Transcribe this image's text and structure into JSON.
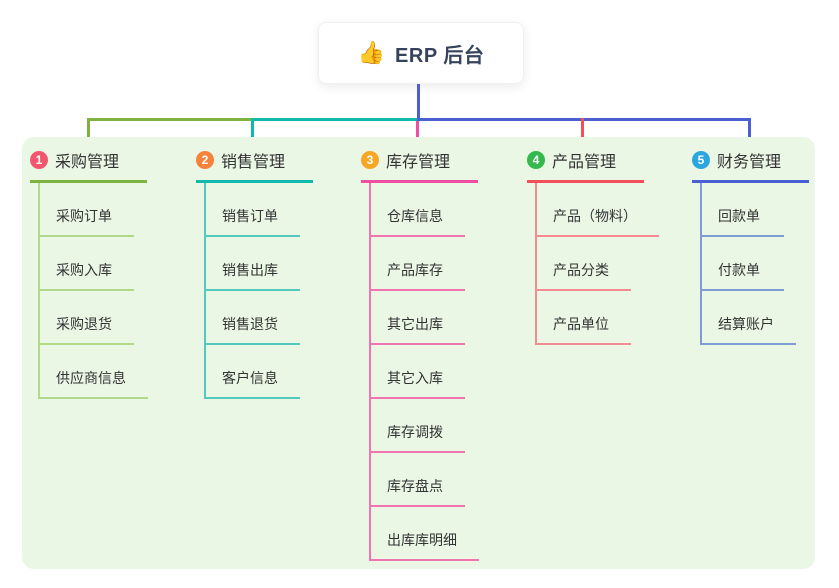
{
  "colors": {
    "panel_bg": "#eaf7e5",
    "root_text": "#36435c",
    "item_text": "#333333"
  },
  "root": {
    "emoji": "👍",
    "title": "ERP 后台"
  },
  "branches": [
    {
      "badge": "1",
      "label": "采购管理",
      "badge_color": "#f0566e",
      "color": "#7db33e",
      "light_color": "#b2d98a",
      "items": [
        "采购订单",
        "采购入库",
        "采购退货",
        "供应商信息"
      ]
    },
    {
      "badge": "2",
      "label": "销售管理",
      "badge_color": "#f6823b",
      "color": "#10b9a9",
      "light_color": "#54cabf",
      "items": [
        "销售订单",
        "销售出库",
        "销售退货",
        "客户信息"
      ]
    },
    {
      "badge": "3",
      "label": "库存管理",
      "badge_color": "#f7a725",
      "color": "#ee4fa0",
      "light_color": "#f173b1",
      "items": [
        "仓库信息",
        "产品库存",
        "其它出库",
        "其它入库",
        "库存调拨",
        "库存盘点",
        "出库库明细"
      ]
    },
    {
      "badge": "4",
      "label": "产品管理",
      "badge_color": "#33b94e",
      "color": "#f4505c",
      "light_color": "#f58b92",
      "items": [
        "产品（物料）",
        "产品分类",
        "产品单位"
      ]
    },
    {
      "badge": "5",
      "label": "财务管理",
      "badge_color": "#2ba6df",
      "color": "#4a5fd1",
      "light_color": "#7e9bd4",
      "items": [
        "回款单",
        "付款单",
        "结算账户"
      ]
    }
  ]
}
